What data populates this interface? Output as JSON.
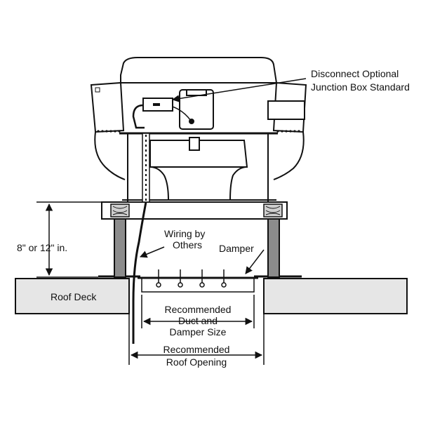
{
  "labels": {
    "disconnect": "Disconnect Optional",
    "junction": "Junction Box Standard",
    "height": "8\" or 12\" in.",
    "wiring_1": "Wiring by",
    "wiring_2": "Others",
    "damper": "Damper",
    "roof_deck": "Roof Deck",
    "duct_1": "Recommended",
    "duct_2": "Duct and",
    "duct_3": "Damper Size",
    "opening_1": "Recommended",
    "opening_2": "Roof Opening"
  },
  "colors": {
    "line": "#111111",
    "roof_fill": "#e6e6e6",
    "curb_post": "#8c8c8c",
    "background": "#ffffff"
  }
}
